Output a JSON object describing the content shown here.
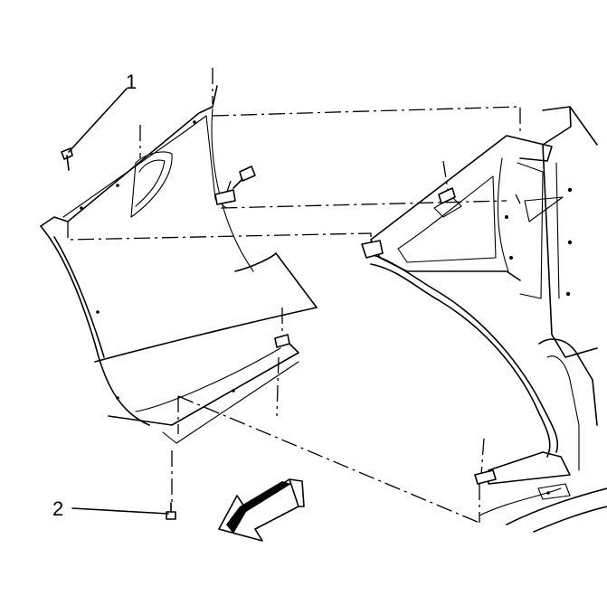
{
  "callouts": [
    {
      "id": 1,
      "label": "1"
    },
    {
      "id": 2,
      "label": "2"
    }
  ],
  "colors": {
    "line": "#000000",
    "background": "#ffffff"
  },
  "icons": [
    "fastener-icon",
    "direction-arrow-icon"
  ]
}
